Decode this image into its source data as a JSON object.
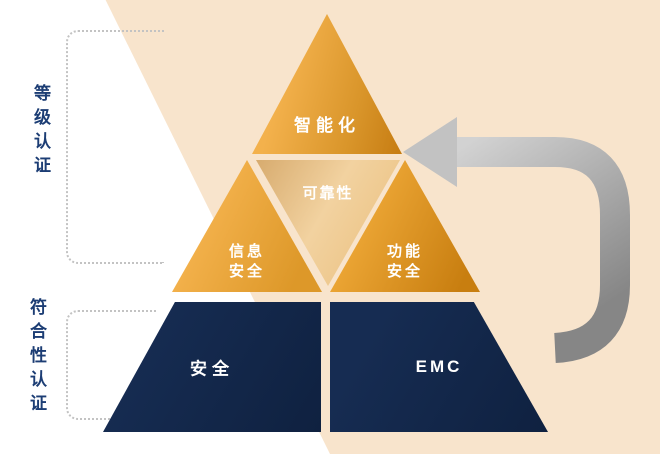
{
  "labels": {
    "level_certification": "等级认证",
    "conformity_certification": "符合性认证"
  },
  "pyramid": {
    "top": "智能化",
    "mid_left": "信息安全",
    "mid_center": "可靠性",
    "mid_right": "功能安全",
    "bottom_left": "安全",
    "bottom_right": "EMC"
  },
  "colors": {
    "peach_background": "#f8e4cc",
    "gold": "#e9a93f",
    "gold_dark": "#c67c12",
    "tan": "#f2d2a0",
    "navy": "#162c52",
    "label_navy": "#1c3d74",
    "arrow_gray_light": "#d2d2d2",
    "arrow_gray_dark": "#868686",
    "dotted_line": "#c3c3c3"
  },
  "icons": {
    "curved_arrow": "curved-arrow"
  }
}
